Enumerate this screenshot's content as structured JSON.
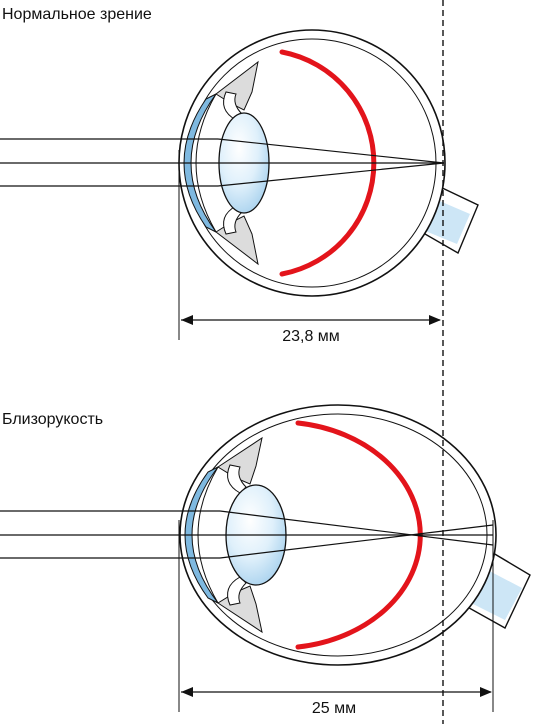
{
  "normal": {
    "title": "Нормальное зрение",
    "measurement": "23,8 мм"
  },
  "myopia": {
    "title": "Близорукость",
    "measurement": "25 мм"
  },
  "colors": {
    "retina": "#e3141b",
    "cornea": "#7fb9e0",
    "lens": "#cfe6f6",
    "optic_nerve": "#cde6f6",
    "tissue": "#dcdcdc",
    "line": "#111111"
  }
}
